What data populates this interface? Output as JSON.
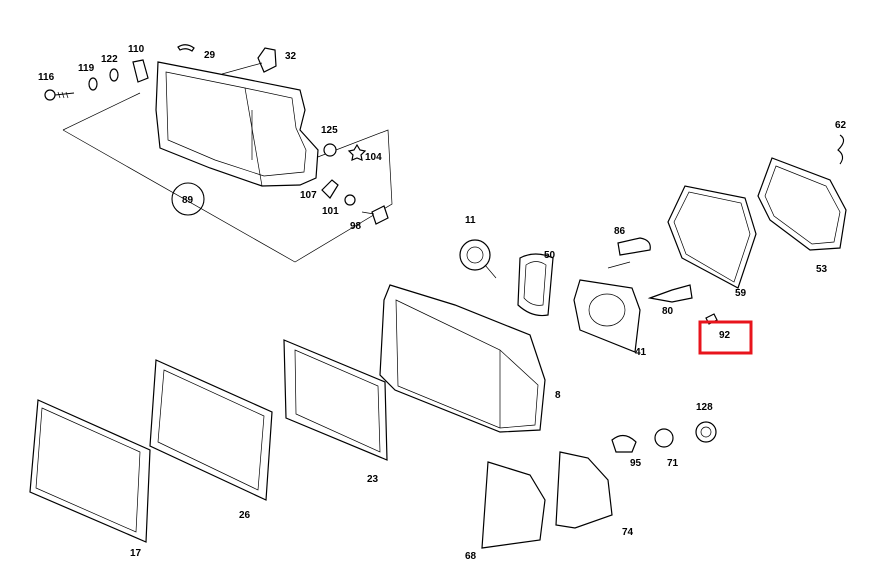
{
  "diagram": {
    "type": "exploded-parts-diagram",
    "highlight_color": "#e8141c",
    "highlighted_part": "92",
    "labels": {
      "p116": "116",
      "p119": "119",
      "p122": "122",
      "p110": "110",
      "p29": "29",
      "p32": "32",
      "p125": "125",
      "p104": "104",
      "p107": "107",
      "p101": "101",
      "p98": "98",
      "p89": "89",
      "p11": "11",
      "p50": "50",
      "p86": "86",
      "p59": "59",
      "p62": "62",
      "p53": "53",
      "p80": "80",
      "p92": "92",
      "p41": "41",
      "p8": "8",
      "p128": "128",
      "p95": "95",
      "p71": "71",
      "p23": "23",
      "p26": "26",
      "p17": "17",
      "p68": "68",
      "p74": "74"
    }
  }
}
